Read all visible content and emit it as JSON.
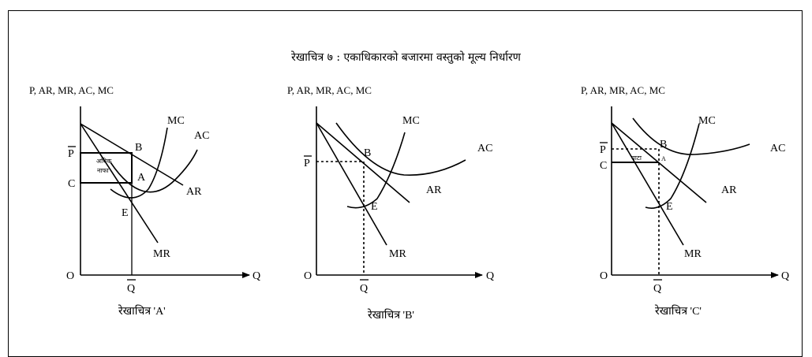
{
  "title": "रेखाचित्र ७ : एकाधिकारको बजारमा वस्तुको मूल्य निर्धारण",
  "panels": [
    {
      "caption": "रेखाचित्र 'A'",
      "y_axis_label": "P, AR, MR, AC, MC",
      "x_axis_label": "Q",
      "origin_label": "O",
      "price_label": "P",
      "cost_label": "C",
      "quantity_label": "Q",
      "point_b": "B",
      "point_a": "A",
      "point_e": "E",
      "curve_mc": "MC",
      "curve_ac": "AC",
      "curve_ar": "AR",
      "curve_mr": "MR",
      "region_text_line1": "अधिक",
      "region_text_line2": "नाफा"
    },
    {
      "caption": "रेखाचित्र 'B'",
      "y_axis_label": "P, AR, MR, AC, MC",
      "x_axis_label": "Q",
      "origin_label": "O",
      "price_label": "P",
      "quantity_label": "Q",
      "point_b": "B",
      "point_e": "E",
      "curve_mc": "MC",
      "curve_ac": "AC",
      "curve_ar": "AR",
      "curve_mr": "MR"
    },
    {
      "caption": "रेखाचित्र 'C'",
      "y_axis_label": "P, AR, MR, AC, MC",
      "x_axis_label": "Q",
      "origin_label": "O",
      "price_label": "P",
      "cost_label": "C",
      "quantity_label": "Q",
      "point_b": "B",
      "point_a": "A",
      "point_e": "E",
      "curve_mc": "MC",
      "curve_ac": "AC",
      "curve_ar": "AR",
      "curve_mr": "MR",
      "region_text": "घाटा"
    }
  ]
}
